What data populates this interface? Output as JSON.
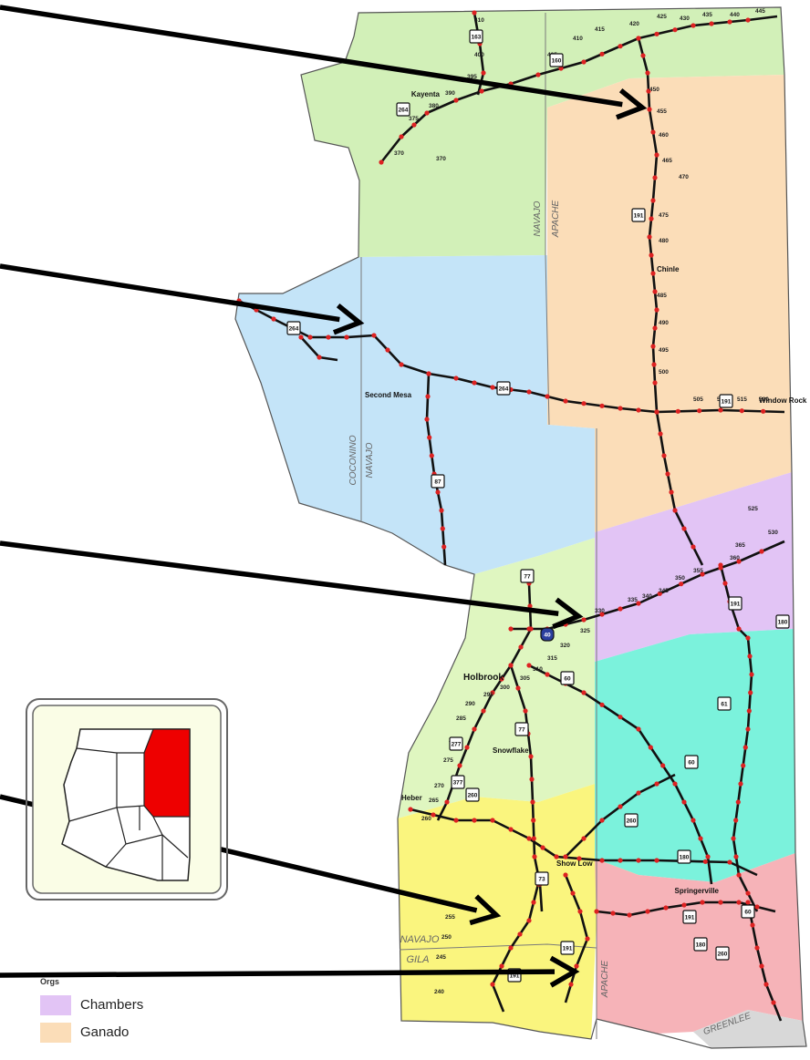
{
  "map": {
    "counties": [
      {
        "name": "NAVAJO",
        "rot": -90
      },
      {
        "name": "APACHE",
        "rot": -90
      },
      {
        "name": "COCONINO",
        "rot": -90
      },
      {
        "name": "NAVAJO",
        "rot": -90
      },
      {
        "name": "NAVAJO",
        "rot": 0
      },
      {
        "name": "GILA",
        "rot": 0
      },
      {
        "name": "APACHE",
        "rot": -90
      },
      {
        "name": "GREENLEE",
        "rot": -20
      }
    ],
    "towns": [
      "Kayenta",
      "Chinle",
      "Second Mesa",
      "Window Rock",
      "Holbrook",
      "Snowflake",
      "Heber",
      "Show Low",
      "Springerville"
    ],
    "shields": [
      "163",
      "160",
      "264",
      "191",
      "264",
      "87",
      "264",
      "191",
      "77",
      "40",
      "191",
      "180",
      "77",
      "277",
      "377",
      "260",
      "60",
      "61",
      "260",
      "60",
      "180",
      "73",
      "191",
      "260",
      "191",
      "60",
      "180",
      "191"
    ],
    "mileposts": [
      "410",
      "400",
      "395",
      "390",
      "380",
      "375",
      "370",
      "370",
      "405",
      "410",
      "415",
      "420",
      "425",
      "430",
      "435",
      "440",
      "445",
      "450",
      "455",
      "460",
      "465",
      "470",
      "475",
      "480",
      "485",
      "490",
      "495",
      "500",
      "505",
      "510",
      "515",
      "520",
      "525",
      "530",
      "365",
      "360",
      "355",
      "350",
      "345",
      "340",
      "335",
      "330",
      "325",
      "320",
      "315",
      "310",
      "305",
      "300",
      "295",
      "290",
      "285",
      "280",
      "275",
      "270",
      "265",
      "260",
      "255",
      "250",
      "245",
      "240"
    ]
  },
  "legend": {
    "title": "Orgs",
    "items": [
      {
        "label": "Chambers",
        "color": "#e2c4f5"
      },
      {
        "label": "Ganado",
        "color": "#fbddb8"
      }
    ]
  },
  "colors": {
    "north_green": "#d2f0b8",
    "ganado": "#fbddb8",
    "blue": "#c4e4f8",
    "chambers": "#e2c4f5",
    "holbrook_green": "#dff6c0",
    "teal": "#7bf2dc",
    "yellow": "#faf57e",
    "pink": "#f6b3b8",
    "grey": "#d8d8d8",
    "highway": "#111111",
    "milepost": "#dd2222",
    "arrow": "#000000",
    "inset_fill": "#fafde6",
    "inset_highlight": "#ee0000"
  }
}
